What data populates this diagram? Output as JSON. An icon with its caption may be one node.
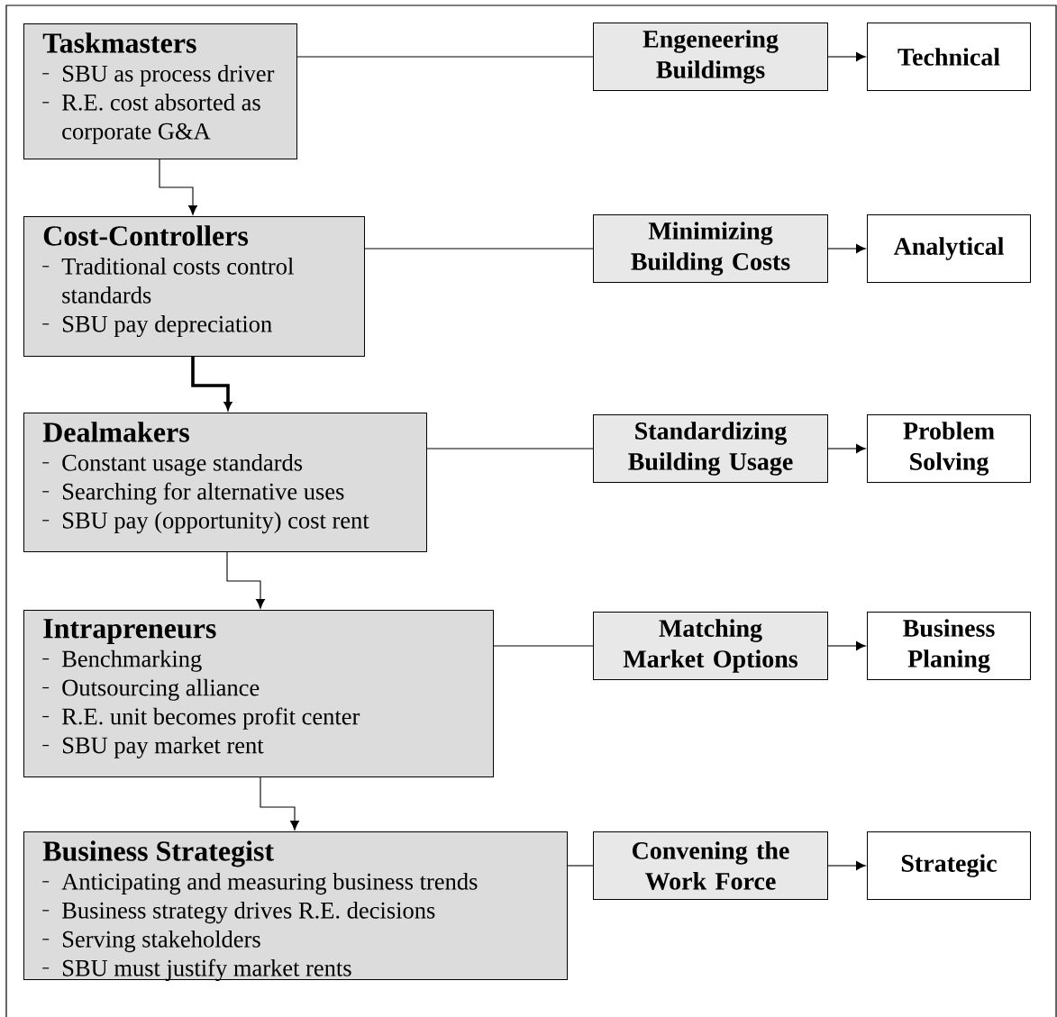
{
  "diagram": {
    "nodes": [
      {
        "text": [
          "Taskmasters",
          "SBU as process driver",
          "R.E. cost absorted as corporate G&A"
        ]
      },
      {
        "text": [
          "Engeneering Buildimgs"
        ]
      },
      {
        "text": [
          "Technical"
        ]
      },
      {
        "text": [
          "Cost-Controllers",
          "Traditional costs control standards",
          "SBU pay depreciation"
        ]
      },
      {
        "text": [
          "Minimizing Building Costs"
        ]
      },
      {
        "text": [
          "Analytical"
        ]
      },
      {
        "text": [
          "Dealmakers",
          "Constant usage standards",
          "Searching for alternative uses",
          "SBU pay (opportunity) cost rent"
        ]
      },
      {
        "text": [
          "Standardizing Building Usage"
        ]
      },
      {
        "text": [
          "Problem Solving"
        ]
      },
      {
        "text": [
          "Intrapreneurs",
          "Benchmarking",
          "Outsourcing alliance",
          "R.E. unit becomes profit center",
          "SBU pay market rent"
        ]
      },
      {
        "text": [
          "Matching Market Options"
        ]
      },
      {
        "text": [
          "Business Planing"
        ]
      },
      {
        "text": [
          "Business Strategist",
          "Anticipating and measuring business trends",
          "Business strategy drives R.E. decisions",
          "Serving stakeholders",
          "SBU must justify market rents"
        ]
      },
      {
        "text": [
          "Convening the Work Force"
        ]
      },
      {
        "text": [
          "Strategic"
        ]
      }
    ],
    "edges": [
      {
        "from": 0,
        "to": 1,
        "arrow": "none"
      },
      {
        "from": 1,
        "to": 2,
        "arrow": "to"
      },
      {
        "from": 3,
        "to": 4,
        "arrow": "none"
      },
      {
        "from": 4,
        "to": 5,
        "arrow": "to"
      },
      {
        "from": 6,
        "to": 7,
        "arrow": "none"
      },
      {
        "from": 7,
        "to": 8,
        "arrow": "to"
      },
      {
        "from": 9,
        "to": 10,
        "arrow": "none"
      },
      {
        "from": 10,
        "to": 11,
        "arrow": "to"
      },
      {
        "from": 12,
        "to": 13,
        "arrow": "none"
      },
      {
        "from": 13,
        "to": 14,
        "arrow": "to"
      },
      {
        "from": 0,
        "to": 3,
        "arrow": "to"
      },
      {
        "from": 3,
        "to": 6,
        "arrow": "to",
        "style": "thick"
      },
      {
        "from": 6,
        "to": 9,
        "arrow": "to"
      },
      {
        "from": 9,
        "to": 12,
        "arrow": "to"
      }
    ]
  }
}
